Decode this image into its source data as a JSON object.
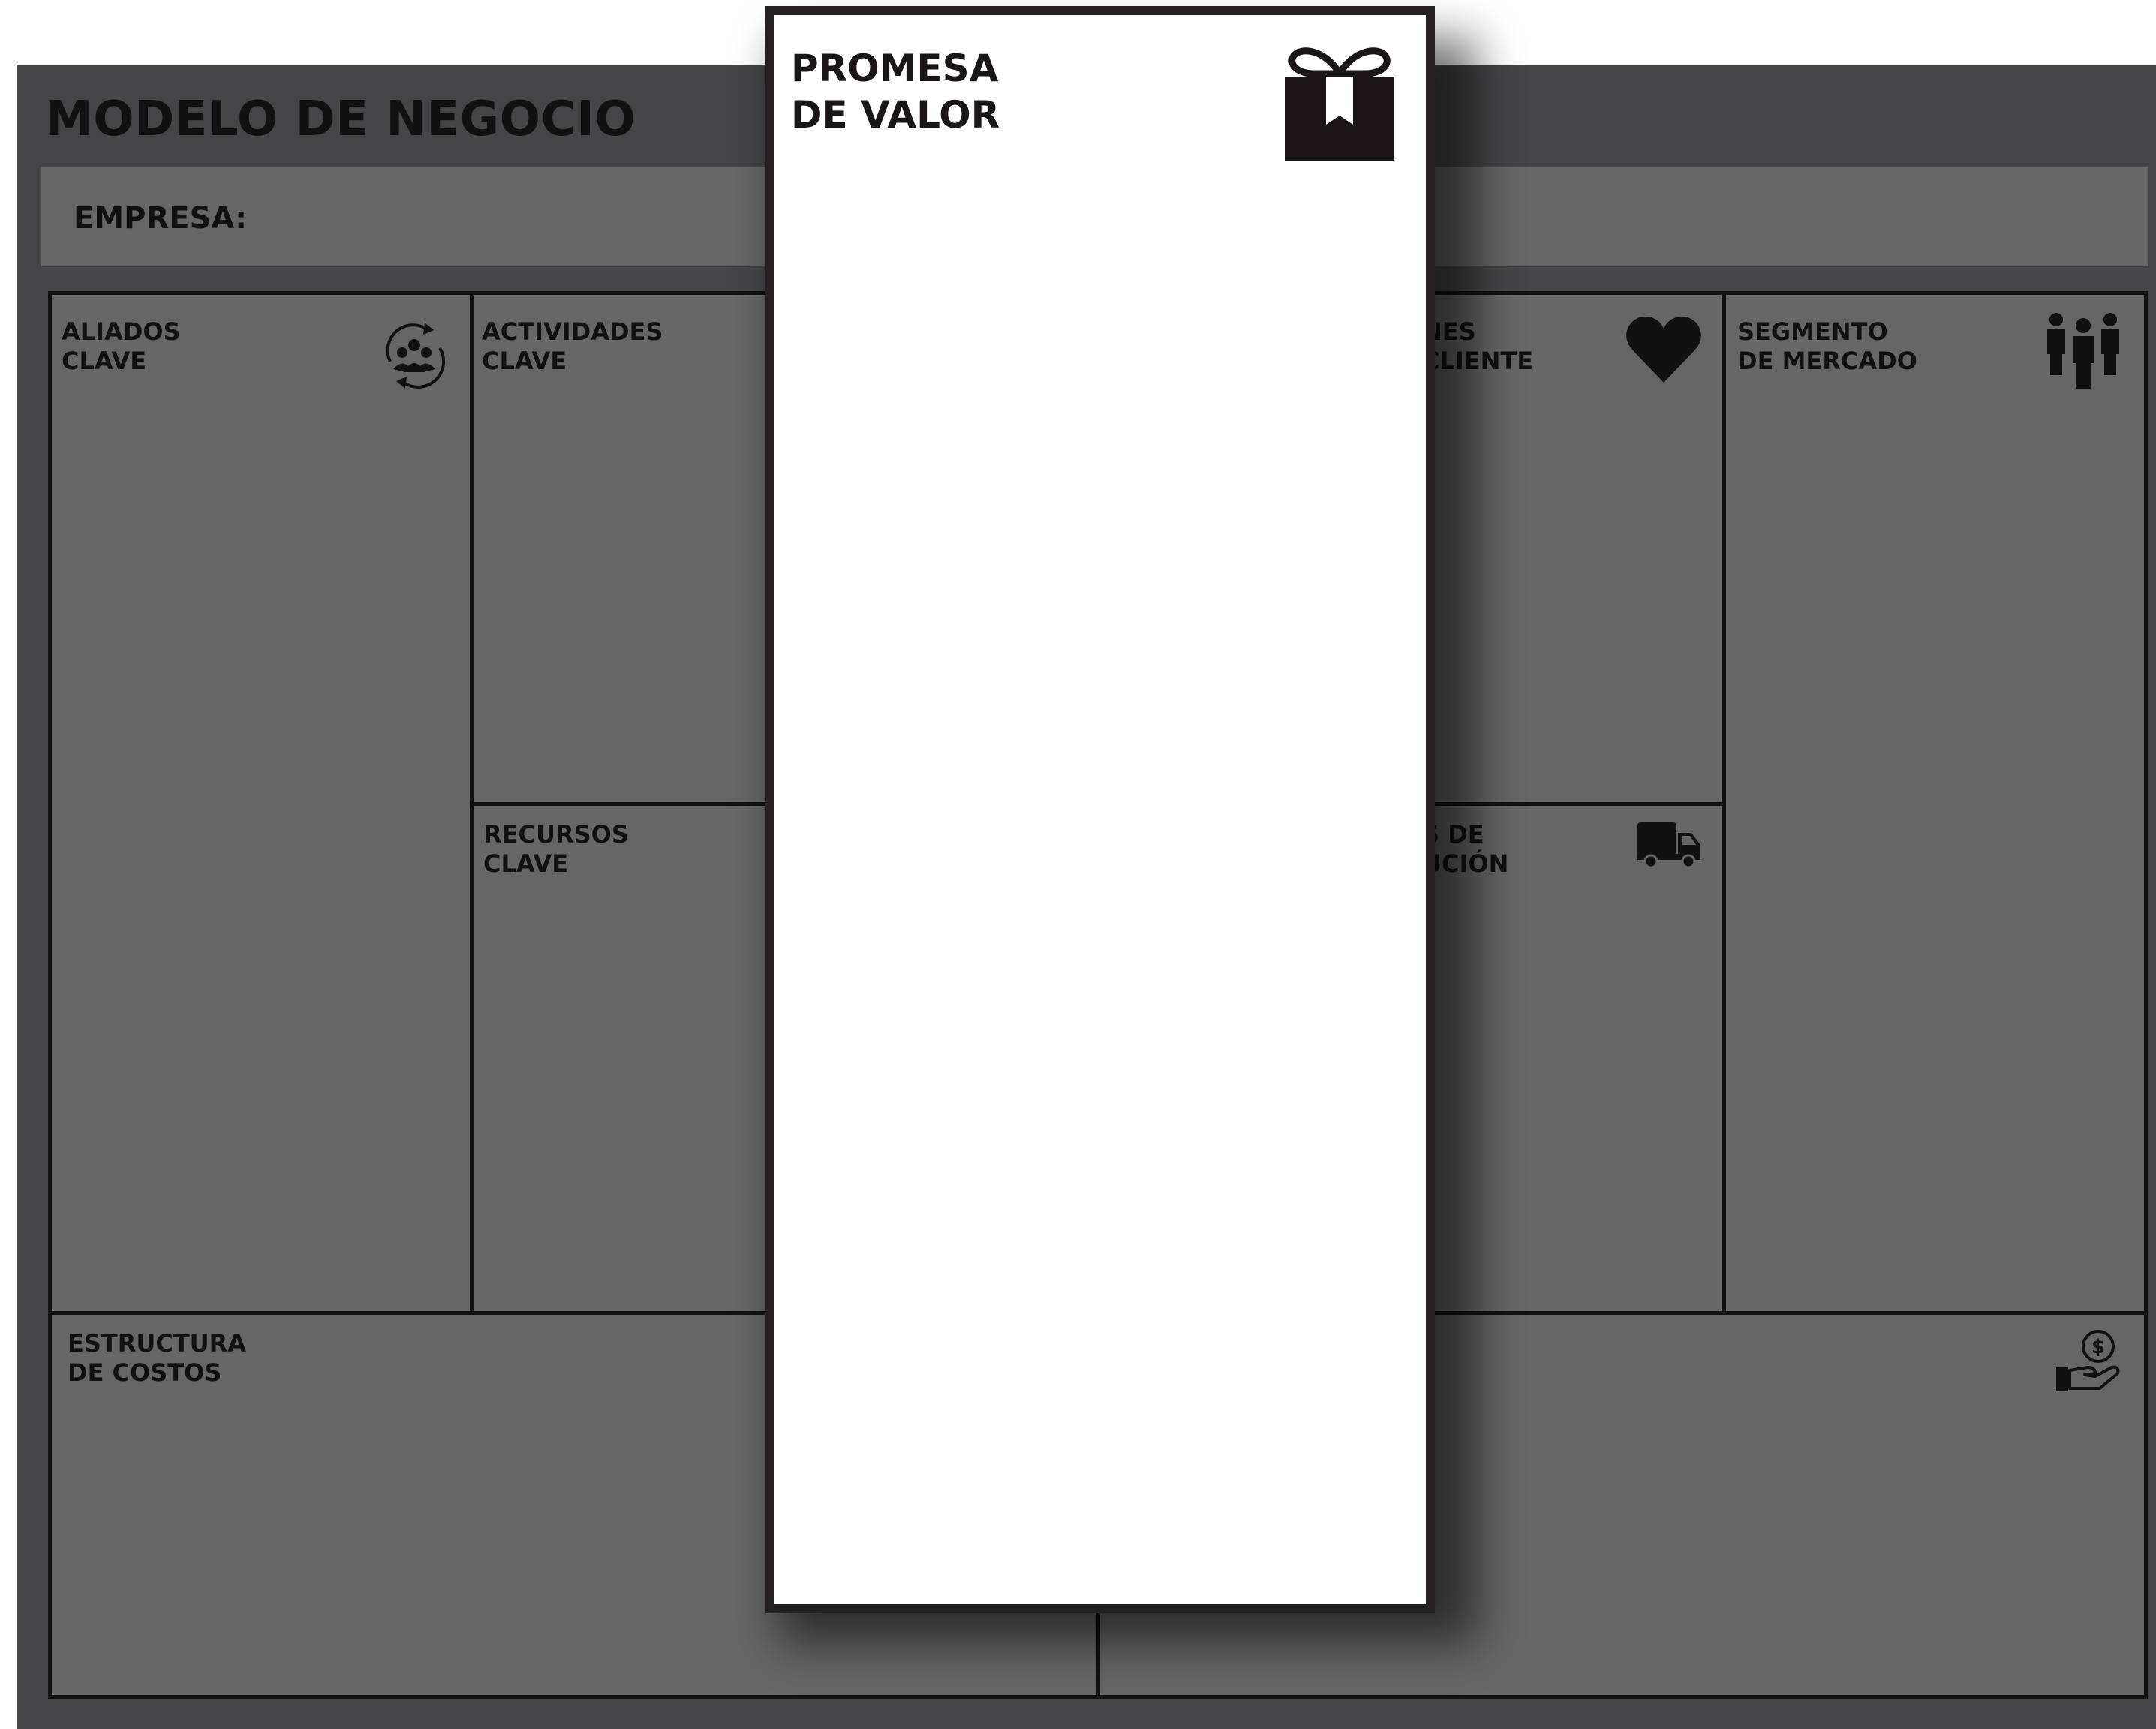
{
  "header": {
    "title": "MODELO DE NEGOCIO",
    "company_label": "EMPRESA:"
  },
  "blocks": {
    "key_partners": {
      "label": "ALIADOS\nCLAVE",
      "icon": "partners-cycle-icon"
    },
    "key_activities": {
      "label": "ACTIVIDADES\nCLAVE"
    },
    "key_resources": {
      "label": "RECURSOS\nCLAVE"
    },
    "value_proposition": {
      "label": "PROMESA\nDE VALOR",
      "icon": "gift-icon"
    },
    "customer_relationships": {
      "label_visible": "NES\nCLIENTE",
      "icon": "heart-icon"
    },
    "channels": {
      "label_visible": "S DE\nUCIÓN",
      "icon": "truck-icon"
    },
    "customer_segments": {
      "label": "SEGMENTO\nDE MERCADO",
      "icon": "people-group-icon"
    },
    "cost_structure": {
      "label": "ESTRUCTURA\nDE COSTOS"
    },
    "revenue_streams": {
      "icon": "hand-coin-icon"
    }
  },
  "colors": {
    "board": "#454547",
    "cell": "#666666",
    "lines": "#111111",
    "card": "#ffffff",
    "card_border": "#241f20"
  }
}
